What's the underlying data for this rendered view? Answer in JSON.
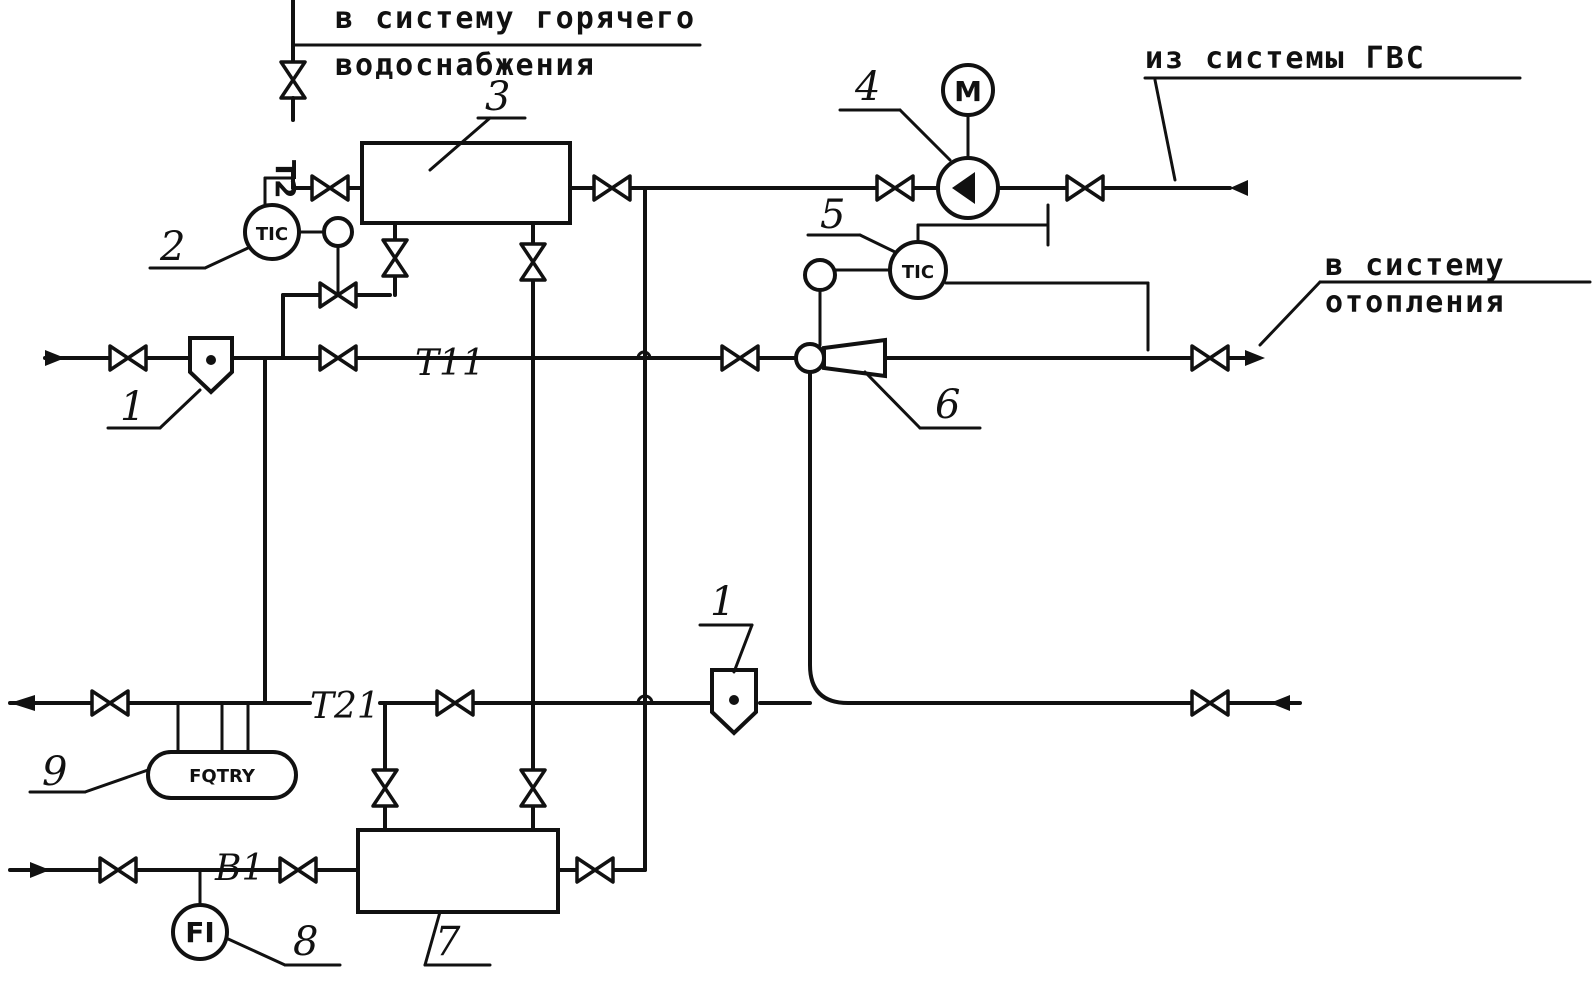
{
  "labels": {
    "hot_water_line1": "в систему горячего",
    "hot_water_line2": "водоснабжения",
    "from_hws": "из системы ГВС",
    "heating_line1": "в систему",
    "heating_line2": "отопления"
  },
  "pipes": {
    "t2": "T2",
    "t11": "T11",
    "t21": "T21",
    "b1": "B1"
  },
  "instruments": {
    "tic_left": "TIC",
    "tic_right": "TIC",
    "motor": "M",
    "flow_indicator": "FI",
    "meter": "FQTRY"
  },
  "callouts": {
    "n1_left": "1",
    "n1_bottom": "1",
    "n2": "2",
    "n3": "3",
    "n4": "4",
    "n5": "5",
    "n6": "6",
    "n7": "7",
    "n8": "8",
    "n9": "9"
  }
}
